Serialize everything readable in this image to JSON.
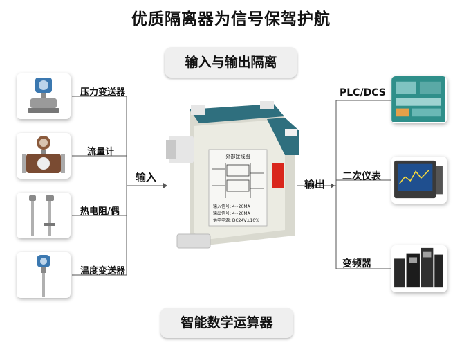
{
  "title": "优质隔离器为信号保驾护航",
  "top_pill": "输入与输出隔离",
  "bottom_pill": "智能数学运算器",
  "input_label": "输入",
  "output_label": "输出",
  "inputs": [
    {
      "label": "压力变送器",
      "icon": "pressure-transmitter-icon"
    },
    {
      "label": "流量计",
      "icon": "flowmeter-icon"
    },
    {
      "label": "热电阻/偶",
      "icon": "thermocouple-icon"
    },
    {
      "label": "温度变送器",
      "icon": "temperature-transmitter-icon"
    }
  ],
  "outputs": [
    {
      "label": "PLC/DCS",
      "icon": "plc-dcs-icon"
    },
    {
      "label": "二次仪表",
      "icon": "secondary-instrument-icon"
    },
    {
      "label": "变频器",
      "icon": "inverter-icon"
    }
  ],
  "device": {
    "panel_title": "外部接线图",
    "spec_lines": [
      "输入信号: 4~20MA",
      "输出信号: 4~20MA",
      "供电电源: DC24V±10%"
    ],
    "accent": "#2f6f7e",
    "body_color": "#e8e8de"
  }
}
